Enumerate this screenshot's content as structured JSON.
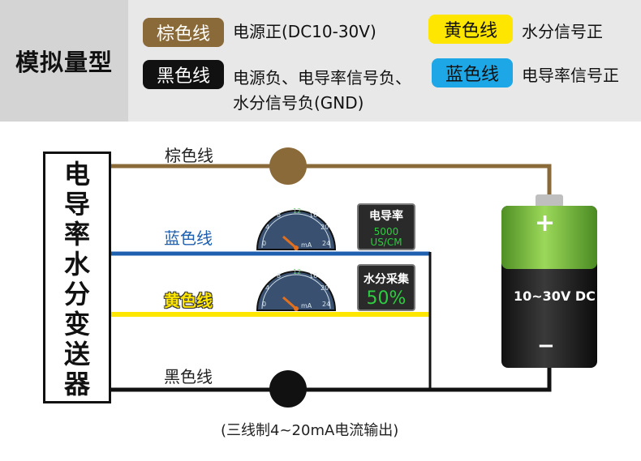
{
  "legend": {
    "title": "模拟量型",
    "items": [
      {
        "tag": "棕色线",
        "color": "#8b6a3a",
        "text_color": "#ffffff",
        "desc": "电源正(DC10-30V)"
      },
      {
        "tag": "黑色线",
        "color": "#111111",
        "text_color": "#ffffff",
        "desc_lines": [
          "电源负、电导率信号负、",
          "水分信号负(GND)"
        ]
      },
      {
        "tag": "黄色线",
        "color": "#ffe600",
        "text_color": "#111111",
        "desc": "水分信号正"
      },
      {
        "tag": "蓝色线",
        "color": "#1ea7e6",
        "text_color": "#111111",
        "desc": "电导率信号正"
      }
    ]
  },
  "transmitter": {
    "label": "电导率水分变送器"
  },
  "wires": {
    "brown": {
      "label": "棕色线",
      "color": "#8b6a3a"
    },
    "blue": {
      "label": "蓝色线",
      "color": "#1f5fb0"
    },
    "yellow": {
      "label": "黄色线",
      "color": "#ffe600"
    },
    "black": {
      "label": "黑色线",
      "color": "#111111"
    }
  },
  "meters": [
    {
      "panel_title": "电导率",
      "value_lines": [
        "5000",
        "US/CM"
      ],
      "gauge_unit": "mA",
      "ticks": [
        "0",
        "4",
        "8",
        "12",
        "16",
        "20",
        "24"
      ]
    },
    {
      "panel_title": "水分采集",
      "value": "50%",
      "gauge_unit": "mA",
      "ticks": [
        "0",
        "4",
        "8",
        "12",
        "16",
        "20",
        "24"
      ]
    }
  ],
  "battery": {
    "plus": "+",
    "minus": "−",
    "label": "10~30V DC",
    "top_color": "#7dc242",
    "body_color": "#1a1a1a"
  },
  "footnote": "(三线制4~20mA电流输出)"
}
